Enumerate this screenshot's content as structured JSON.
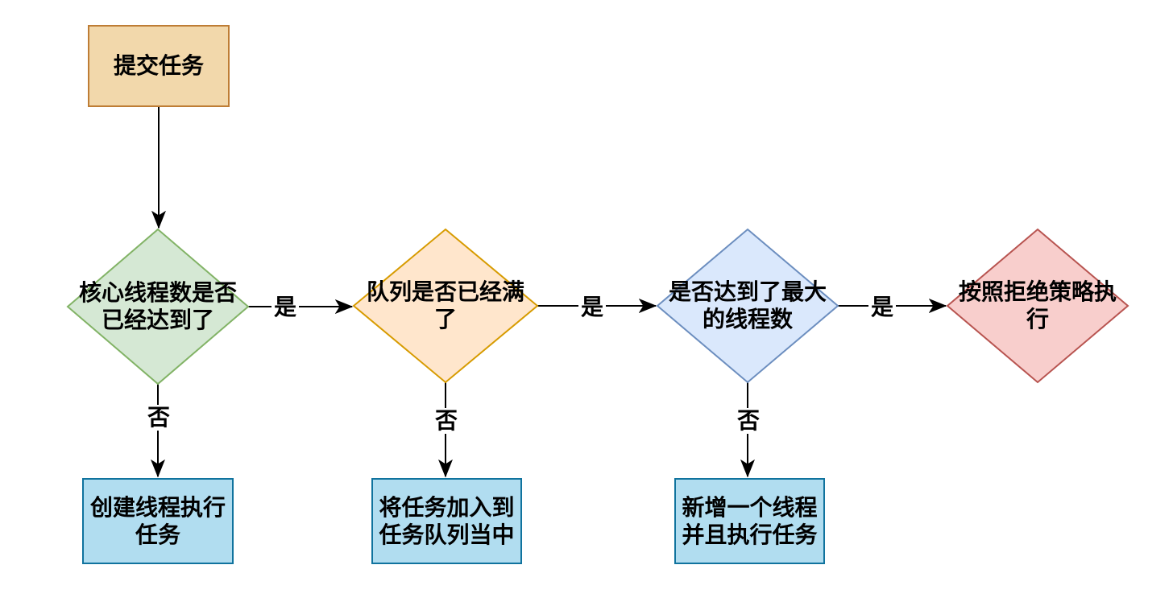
{
  "canvas": {
    "background": "#FFFFFF",
    "line_color": "#000000",
    "text_color": "#000000"
  },
  "nodes": [
    {
      "id": "submit",
      "type": "process",
      "label": "提交任务",
      "fill": "#F2D8AB",
      "stroke": "#BE7D35"
    },
    {
      "id": "core_threads_reached",
      "type": "decision",
      "label": "核心线程数是否\n已经达到了",
      "fill": "#D5E8D4",
      "stroke": "#82B366"
    },
    {
      "id": "queue_full",
      "type": "decision",
      "label": "队列是否已经满\n了",
      "fill": "#FFE6CC",
      "stroke": "#D79B00"
    },
    {
      "id": "max_threads_reached",
      "type": "decision",
      "label": "是否达到了最大\n的线程数",
      "fill": "#DAE8FC",
      "stroke": "#6C8EBF"
    },
    {
      "id": "reject_policy",
      "type": "decision",
      "label": "按照拒绝策略执\n行",
      "fill": "#F8CECC",
      "stroke": "#B85450"
    },
    {
      "id": "create_thread",
      "type": "process",
      "label": "创建线程执行\n任务",
      "fill": "#B1DDF0",
      "stroke": "#10739E"
    },
    {
      "id": "enqueue_task",
      "type": "process",
      "label": "将任务加入到\n任务队列当中",
      "fill": "#B1DDF0",
      "stroke": "#10739E"
    },
    {
      "id": "add_thread",
      "type": "process",
      "label": "新增一个线程\n并且执行任务",
      "fill": "#B1DDF0",
      "stroke": "#10739E"
    }
  ],
  "edges": [
    {
      "from": "submit",
      "to": "core_threads_reached",
      "label": ""
    },
    {
      "from": "core_threads_reached",
      "to": "queue_full",
      "label": "是"
    },
    {
      "from": "core_threads_reached",
      "to": "create_thread",
      "label": "否"
    },
    {
      "from": "queue_full",
      "to": "max_threads_reached",
      "label": "是"
    },
    {
      "from": "queue_full",
      "to": "enqueue_task",
      "label": "否"
    },
    {
      "from": "max_threads_reached",
      "to": "reject_policy",
      "label": "是"
    },
    {
      "from": "max_threads_reached",
      "to": "add_thread",
      "label": "否"
    }
  ]
}
